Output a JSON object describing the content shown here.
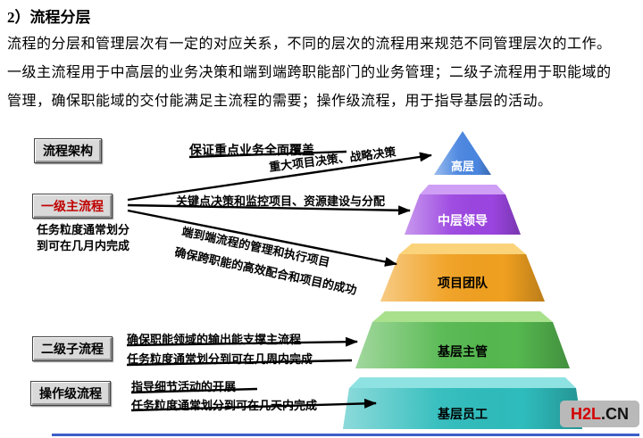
{
  "page": {
    "title": "2）流程分层",
    "paragraph": [
      "流程的分层和管理层次有一定的对应关系，不同的层次的流程用来规范不同管理层次的工作。",
      "一级主流程用于中高层的业务决策和端到端跨职能部门的业务管理；二级子流程用于职能域的",
      "管理，确保职能域的交付能满足主流程的需要；操作级流程，用于指导基层的活动。"
    ]
  },
  "boxes": {
    "architecture": "流程架构",
    "level1": "一级主流程",
    "level2": "二级子流程",
    "operation": "操作级流程"
  },
  "annotations": {
    "arch_note": "保证重点业务全面覆盖",
    "top_note": "重大项目决策、战略决策",
    "mid_note": "关键点决策和监控项目、资源建设与分配",
    "l1_granularity_1": "任务粒度通常划分",
    "l1_granularity_2": "到可在几月内完成",
    "e2e_note_1": "端到端流程的管理和执行项目",
    "e2e_note_2": "确保跨职能的高效配合和项目的成功",
    "l2_note": "确保职能领域的输出能支撑主流程",
    "l2_granularity": "任务粒度通常划分到可在几周内完成",
    "op_note": "指导细节活动的开展",
    "op_granularity": "任务粒度通常划分到可在几天内完成"
  },
  "pyramid": {
    "levels": [
      {
        "label": "高层",
        "color": "#4a86e0",
        "light": "#9cc8fa"
      },
      {
        "label": "中层领导",
        "color": "#9b45e0",
        "light": "#cf9ef5"
      },
      {
        "label": "项目团队",
        "color": "#f0a020",
        "light": "#fbd37a"
      },
      {
        "label": "基层主管",
        "color": "#55b84f",
        "light": "#a8e08c"
      },
      {
        "label": "基层员工",
        "color": "#2fbcbc",
        "light": "#8fe2e2"
      }
    ]
  },
  "logo": {
    "part1": "H2L",
    "part2": ".CN"
  },
  "colors": {
    "box_background": "#d9d9d9",
    "level1_text": "#c00000",
    "arrow": "#000000",
    "bottom_line": "#3c5fc8",
    "logo_red": "#d40000",
    "logo_black": "#111111"
  }
}
